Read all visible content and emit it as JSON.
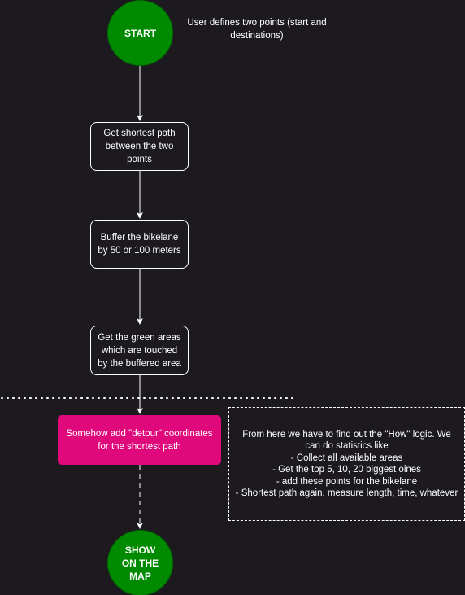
{
  "nodes": {
    "start": "START",
    "shortest_path": "Get shortest path between the two points",
    "buffer": "Buffer the bikelane by 50 or 100 meters",
    "green_areas": "Get the green areas which are touched by the buffered area",
    "detour": "Somehow add \"detour\" coordinates for the shortest path",
    "show_map": "SHOW ON THE MAP"
  },
  "start_annotation": "User defines two points (start and destinations)",
  "note": {
    "lines": [
      "From here we have to find out the \"How\" logic. We can do statistics like",
      "- Collect all available areas",
      "- Get the top 5, 10, 20 biggest oines",
      "- add these points for the bikelane",
      "- Shortest path again, measure length, time, whatever"
    ]
  },
  "colors": {
    "background": "#1c191f",
    "start_end_fill": "#008a00",
    "detour_fill": "#e0097b",
    "stroke": "#ffffff"
  }
}
